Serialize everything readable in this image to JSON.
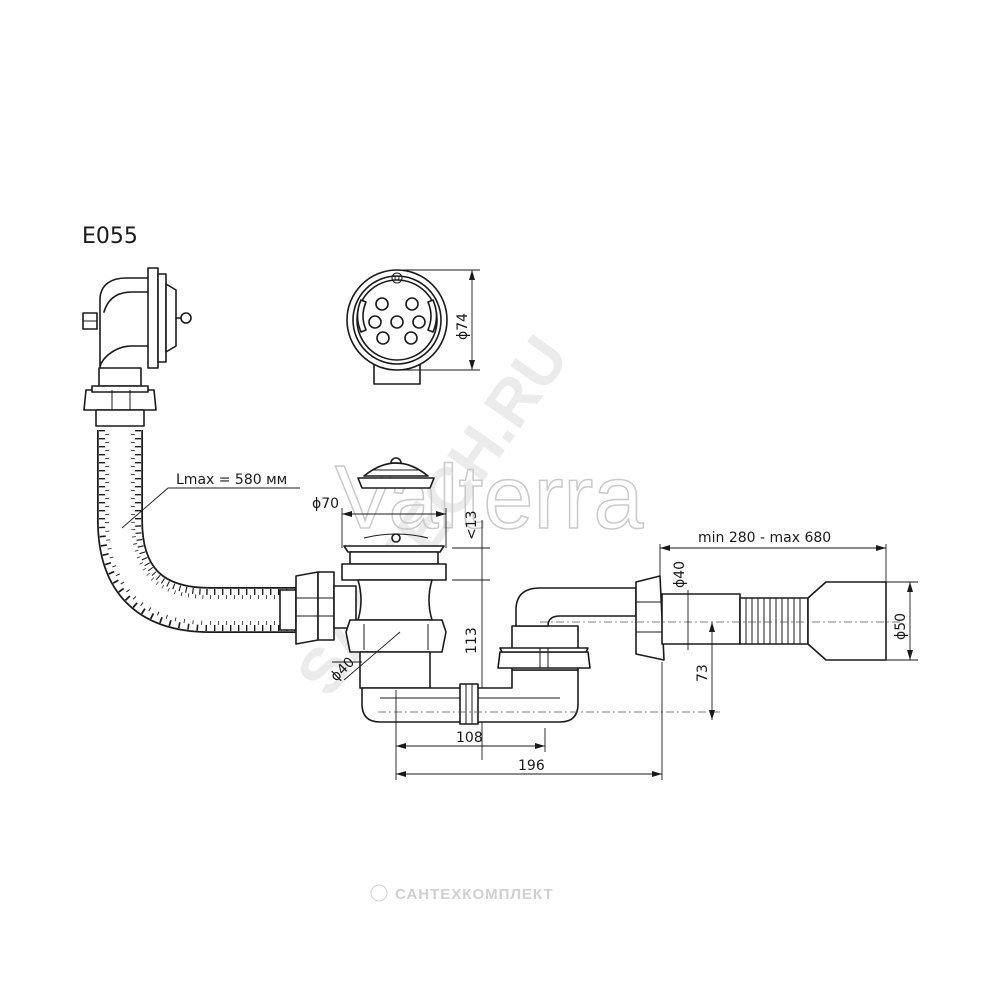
{
  "model": "E055",
  "labels": {
    "hose_length": "Lmax = 580 мм",
    "drain_diameter": "ϕ70",
    "stopper_height": "<13",
    "height_113": "113",
    "outlet_40_left": "ϕ40",
    "width_108": "108",
    "width_196": "196",
    "pipe_range": "min 280 - max 680",
    "outlet_40_right": "ϕ40",
    "outlet_50": "ϕ50",
    "height_73": "73",
    "overflow_diameter": "ϕ74"
  },
  "watermarks": {
    "brand": "Valterra",
    "site": "SANTECH.RU",
    "company": "САНТЕХКОМПЛЕКТ"
  }
}
